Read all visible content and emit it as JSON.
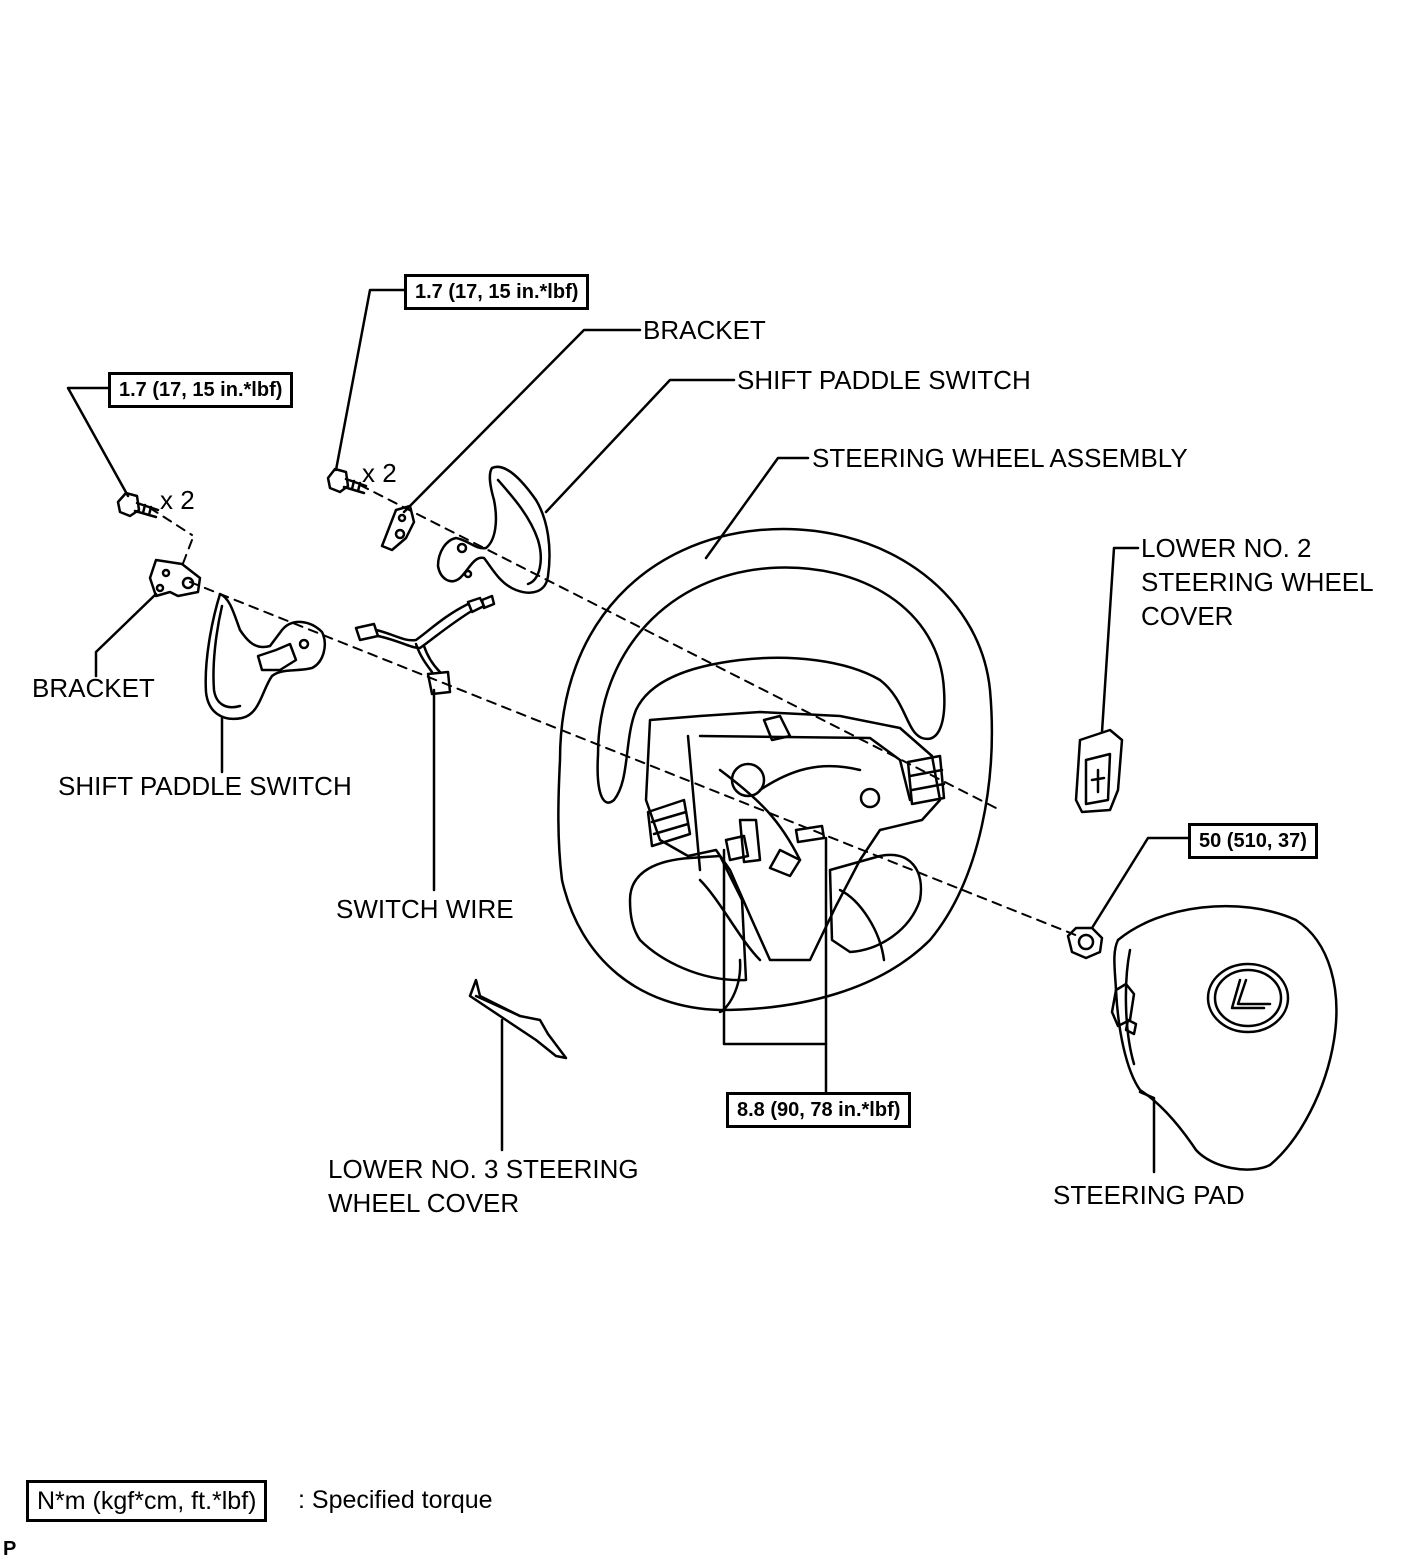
{
  "labels": {
    "bracket_left": "BRACKET",
    "shift_paddle_left": "SHIFT PADDLE SWITCH",
    "switch_wire": "SWITCH WIRE",
    "lower_no3": "LOWER NO. 3 STEERING\nWHEEL COVER",
    "bracket_top": "BRACKET",
    "shift_paddle_top": "SHIFT PADDLE SWITCH",
    "steering_wheel": "STEERING WHEEL ASSEMBLY",
    "lower_no2": "LOWER NO. 2\nSTEERING WHEEL\nCOVER",
    "steering_pad": "STEERING PAD"
  },
  "torque": {
    "left_bolts": "1.7 (17, 15 in.*lbf)",
    "top_bolts": "1.7 (17, 15 in.*lbf)",
    "wheel_bolts": "8.8 (90, 78 in.*lbf)",
    "nut": "50 (510, 37)"
  },
  "counts": {
    "left": "x 2",
    "top": "x 2"
  },
  "legend": {
    "box": "N*m (kgf*cm, ft.*lbf)",
    "text": ": Specified torque"
  },
  "footer_mark": "P"
}
